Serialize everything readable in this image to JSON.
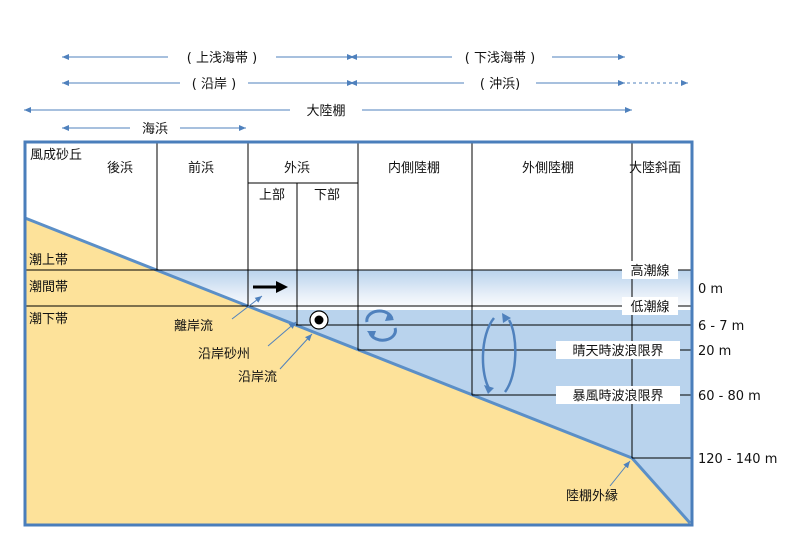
{
  "top_ranges": {
    "upper_shoreface": "( 上浅海帯 )",
    "lower_shoreface": "( 下浅海帯 )",
    "nearshore": "( 沿岸 )",
    "offshore": "( 沖浜)",
    "continental_shelf": "大陸棚",
    "beach": "海浜"
  },
  "zones": {
    "eolian_dune": "風成砂丘",
    "backshore": "後浜",
    "foreshore": "前浜",
    "shoreface": "外浜",
    "shoreface_upper": "上部",
    "shoreface_lower": "下部",
    "inner_shelf": "内側陸棚",
    "outer_shelf": "外側陸棚",
    "continental_slope": "大陸斜面"
  },
  "tidal_zones": {
    "supratidal": "潮上帯",
    "intertidal": "潮間帯",
    "subtidal": "潮下帯"
  },
  "water_levels": {
    "high_tide": "高潮線",
    "low_tide": "低潮線",
    "fair_weather_wave_base": "晴天時波浪限界",
    "storm_wave_base": "暴風時波浪限界"
  },
  "depths": {
    "d0": "0 m",
    "d1": "6 - 7 m",
    "d2": "20 m",
    "d3": "60 - 80 m",
    "d4": "120 - 140 m"
  },
  "features": {
    "rip_current": "離岸流",
    "longshore_bar": "沿岸砂州",
    "longshore_current": "沿岸流",
    "shelf_break": "陸棚外縁"
  },
  "colors": {
    "frame": "#4a7ebb",
    "arrow": "#4f81bd",
    "sand": "#fde29a",
    "water_deep": "#b9d3ed",
    "water_light": "#e2ecf8"
  }
}
